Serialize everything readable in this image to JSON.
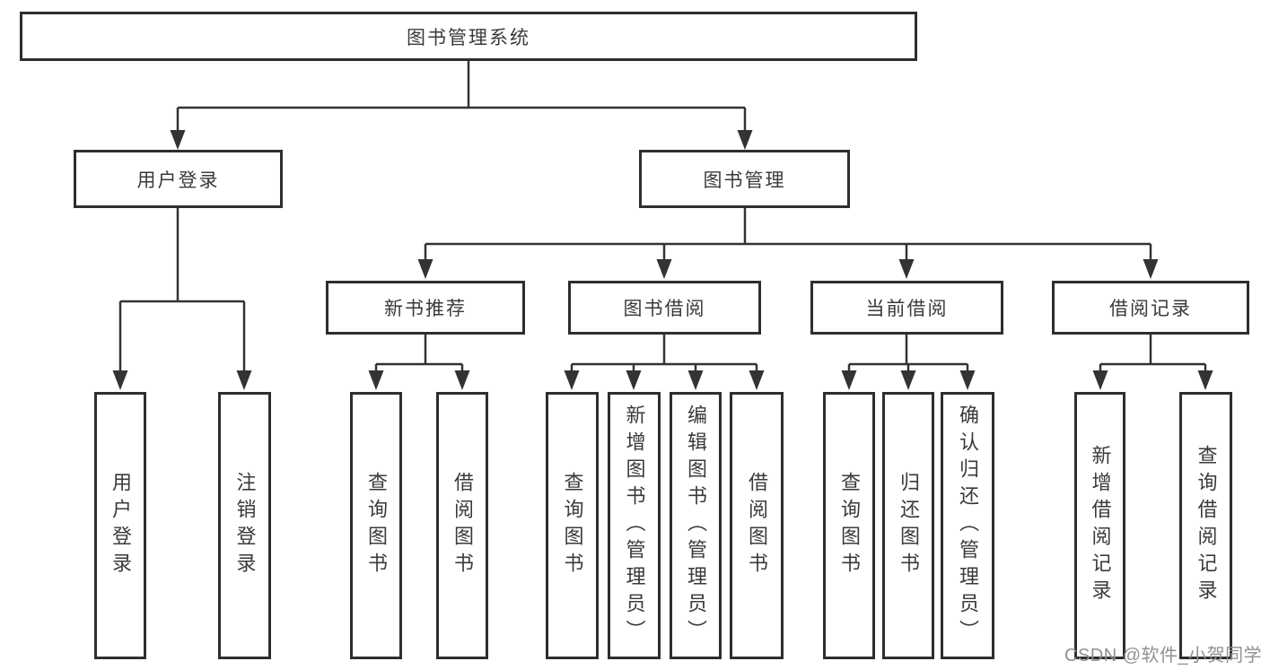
{
  "diagram": {
    "root": {
      "label": "图书管理系统"
    },
    "branches": [
      {
        "label": "用户登录",
        "children": [
          {
            "label": "用户登录"
          },
          {
            "label": "注销登录"
          }
        ]
      },
      {
        "label": "图书管理",
        "children": [
          {
            "label": "新书推荐",
            "children": [
              {
                "label": "查询图书"
              },
              {
                "label": "借阅图书"
              }
            ]
          },
          {
            "label": "图书借阅",
            "children": [
              {
                "label": "查询图书"
              },
              {
                "label": "新增图书（管理员）"
              },
              {
                "label": "编辑图书（管理员）"
              },
              {
                "label": "借阅图书"
              }
            ]
          },
          {
            "label": "当前借阅",
            "children": [
              {
                "label": "查询图书"
              },
              {
                "label": "归还图书"
              },
              {
                "label": "确认归还（管理员）"
              }
            ]
          },
          {
            "label": "借阅记录",
            "children": [
              {
                "label": "新增借阅记录"
              },
              {
                "label": "查询借阅记录"
              }
            ]
          }
        ]
      }
    ]
  },
  "watermark": {
    "text": "CSDN @软件_小贺同学"
  },
  "colors": {
    "background": "#ffffff",
    "line": "#333333",
    "box_border": "#2e2e2e",
    "text": "#3a3a3a",
    "watermark": "#919191"
  }
}
